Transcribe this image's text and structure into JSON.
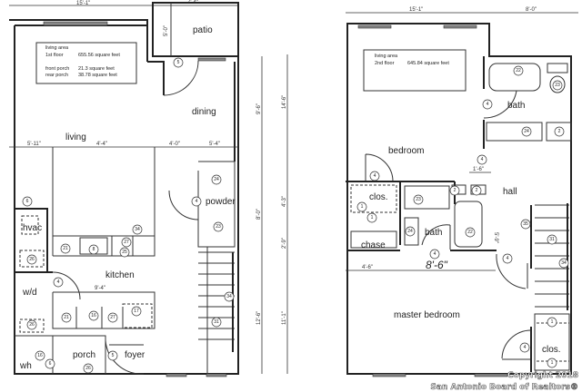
{
  "first_floor": {
    "info": {
      "line1": "living area",
      "line2_label": "1st floor",
      "line2_value": "655.56 square feet",
      "line3_label": "front porch",
      "line3_value": "21.3 square feet",
      "line4_label": "rear porch",
      "line4_value": "38.78 square feet"
    },
    "rooms": {
      "patio": "patio",
      "dining": "dining",
      "living": "living",
      "powder": "powder",
      "kitchen": "kitchen",
      "wd": "w/d",
      "hvac": "hvac",
      "porch": "porch",
      "foyer": "foyer",
      "wh": "wh"
    },
    "dims": {
      "top": "15'-1\"",
      "patio_top": "7'-4\"",
      "patio_side": "5'-0\"",
      "d1": "5'-11\"",
      "d2": "4'-4\"",
      "d3": "4'-0\"",
      "d4": "5'-4\"",
      "v1": "9'-6\"",
      "v2": "8'-0\"",
      "v3": "12'-6\"",
      "kitchen": "9'-4\""
    },
    "tags": [
      "5",
      "24",
      "4",
      "23",
      "6",
      "34",
      "21",
      "8",
      "27",
      "25",
      "26",
      "4",
      "21",
      "16",
      "27",
      "17",
      "34",
      "31",
      "5",
      "26",
      "6",
      "26",
      "16"
    ]
  },
  "second_floor": {
    "info": {
      "line1": "living area",
      "line2_label": "2nd floor",
      "line2_value": "645.84 square feet"
    },
    "rooms": {
      "bath1": "bath",
      "bedroom": "bedroom",
      "hall": "hall",
      "closet1": "clos.",
      "chase": "chase",
      "bath2": "bath",
      "master": "master bedroom",
      "closet2": "clos."
    },
    "dims": {
      "top1": "15'-1\"",
      "top2": "8'-0\"",
      "v1": "14'-6\"",
      "v2": "4'-3\"",
      "v3": "2'-9\"",
      "v4": "11'-1\"",
      "d1": "1'-6\"",
      "d2": "5'-9\"",
      "d3": "4'-6\"",
      "bath_width": "8'-6\""
    },
    "tags": [
      "22",
      "23",
      "4",
      "24",
      "2",
      "4",
      "4",
      "2",
      "2",
      "23",
      "1",
      "1",
      "24",
      "22",
      "4",
      "4",
      "35",
      "31",
      "34",
      "1",
      "4",
      "1"
    ]
  },
  "watermark": "Copyright 2018 San Antonio Board of Realtors®"
}
